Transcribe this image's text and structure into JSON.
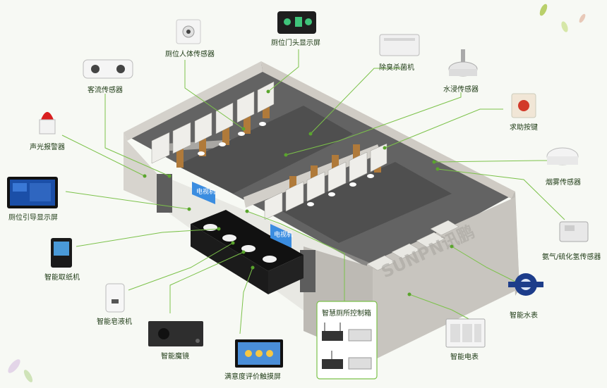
{
  "colors": {
    "line": "#7cc24a",
    "dot": "#5aa52d",
    "wall": "#c9c6c0",
    "floor": "#5a5a5a",
    "door": "#b07a3a",
    "label": "#1d3a14",
    "screen": "#2a7fd0"
  },
  "labels": {
    "toilet_sensor": "厕位人体传感器",
    "door_display": "厕位门头显示屏",
    "deodorizer": "除臭杀菌机",
    "flow_sensor": "客流传感器",
    "water_sensor": "水浸传感器",
    "help_button": "求助按键",
    "alarm": "声光报警器",
    "smoke_sensor": "烟雾传感器",
    "guide_screen": "厕位引导显示屏",
    "gas_sensor": "氨气/硫化氢传感器",
    "paper_machine": "智能取纸机",
    "water_meter": "智能水表",
    "soap_machine": "智能皂液机",
    "control_box": "智慧厕所控制箱",
    "power_meter": "智能电表",
    "smart_mirror": "智能魔镜",
    "rating_screen": "满意度评价触摸屏"
  },
  "sign_text": "电视机",
  "watermark": "SUNPN讯鹏"
}
